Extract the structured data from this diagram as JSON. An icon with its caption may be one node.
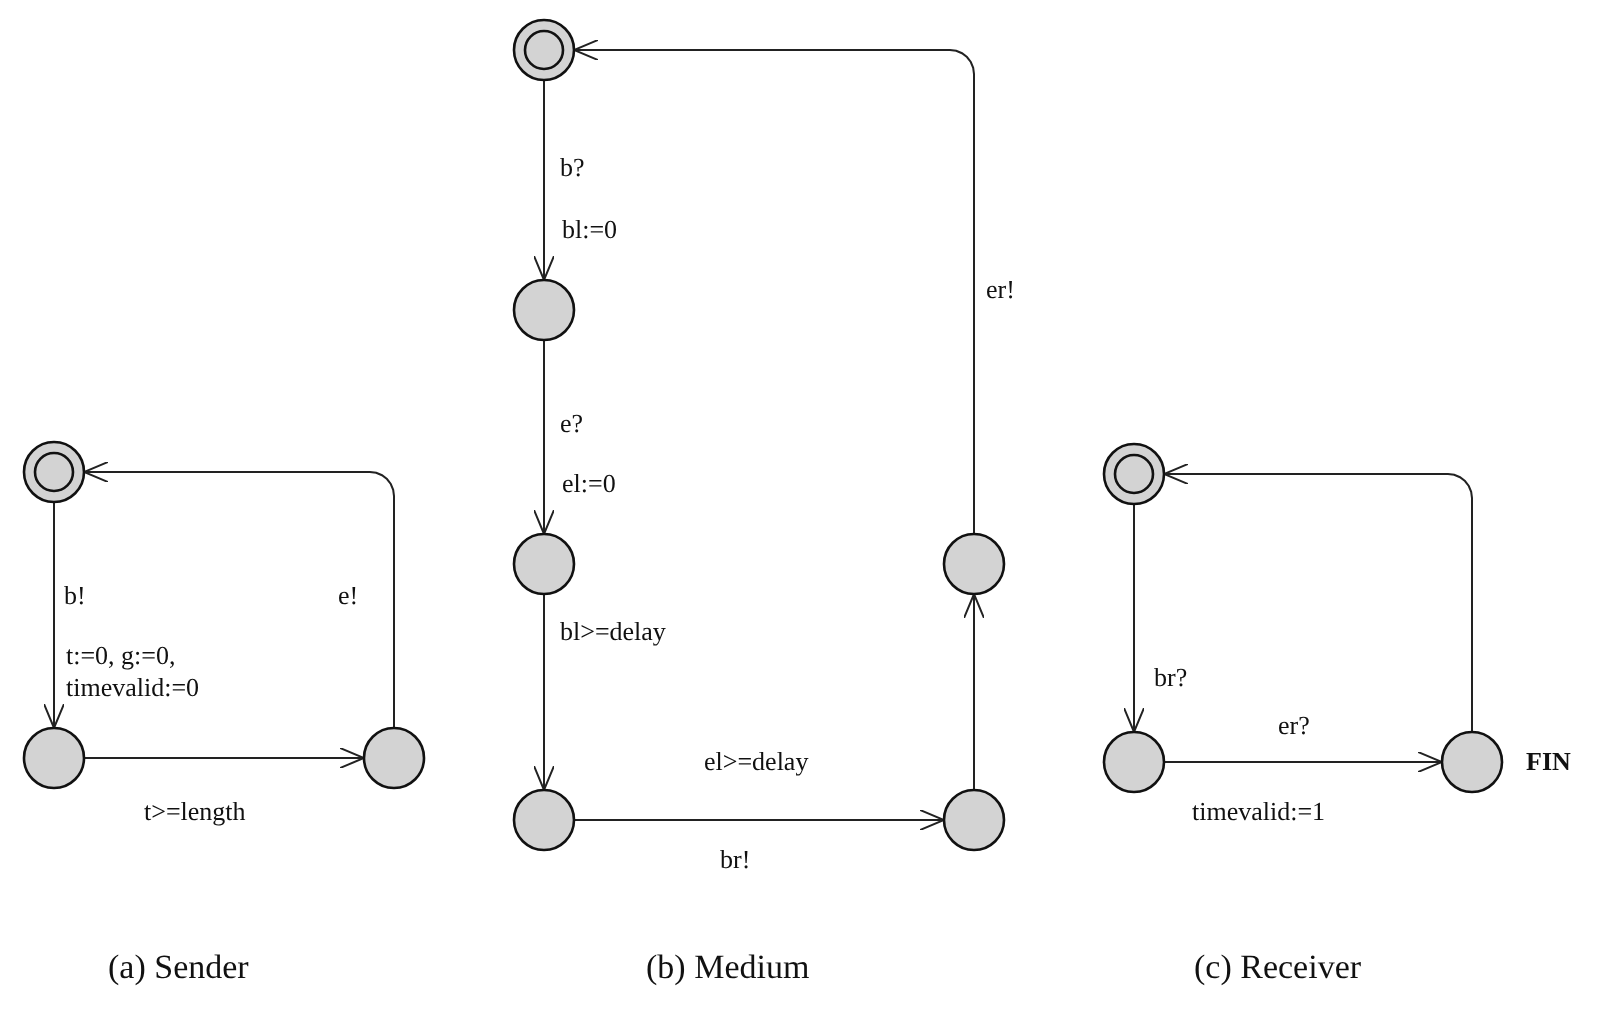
{
  "diagram": {
    "nodes": [
      {
        "text": [],
        "shape": "double-circle"
      },
      {
        "text": [],
        "shape": "circle"
      },
      {
        "text": [],
        "shape": "circle"
      },
      {
        "text": [],
        "shape": "double-circle"
      },
      {
        "text": [],
        "shape": "circle"
      },
      {
        "text": [],
        "shape": "circle"
      },
      {
        "text": [],
        "shape": "circle"
      },
      {
        "text": [],
        "shape": "circle"
      },
      {
        "text": [],
        "shape": "circle"
      },
      {
        "text": [],
        "shape": "double-circle"
      },
      {
        "text": [],
        "shape": "circle"
      },
      {
        "text": [],
        "shape": "circle",
        "beside": [
          "FIN"
        ]
      }
    ],
    "edges": [
      {
        "from": 0,
        "to": 1,
        "arrow": "to",
        "label": "b!"
      },
      {
        "from": 1,
        "to": 2,
        "arrow": "to",
        "label": "t>=length"
      },
      {
        "from": 2,
        "to": 0,
        "arrow": "to",
        "label": "e!"
      },
      {
        "from": 3,
        "to": 4,
        "arrow": "to",
        "label": "b?"
      },
      {
        "from": 4,
        "to": 5,
        "arrow": "to",
        "label": "e?"
      },
      {
        "from": 5,
        "to": 6,
        "arrow": "to",
        "label": "bl>=delay"
      },
      {
        "from": 6,
        "to": 7,
        "arrow": "to",
        "label": "br!"
      },
      {
        "from": 7,
        "to": 8,
        "arrow": "to"
      },
      {
        "from": 8,
        "to": 3,
        "arrow": "to",
        "label": "er!"
      },
      {
        "from": 9,
        "to": 10,
        "arrow": "to",
        "label": "br?"
      },
      {
        "from": 10,
        "to": 11,
        "arrow": "to",
        "label": "er?"
      },
      {
        "from": 11,
        "to": 9,
        "arrow": "to"
      }
    ],
    "labels": [
      "bl:=0",
      "el:=0",
      "t:=0, g:=0, timevalid:=0",
      "el>=delay",
      "timevalid:=1",
      "(a) Sender",
      "(b) Medium",
      "(c) Receiver"
    ]
  }
}
